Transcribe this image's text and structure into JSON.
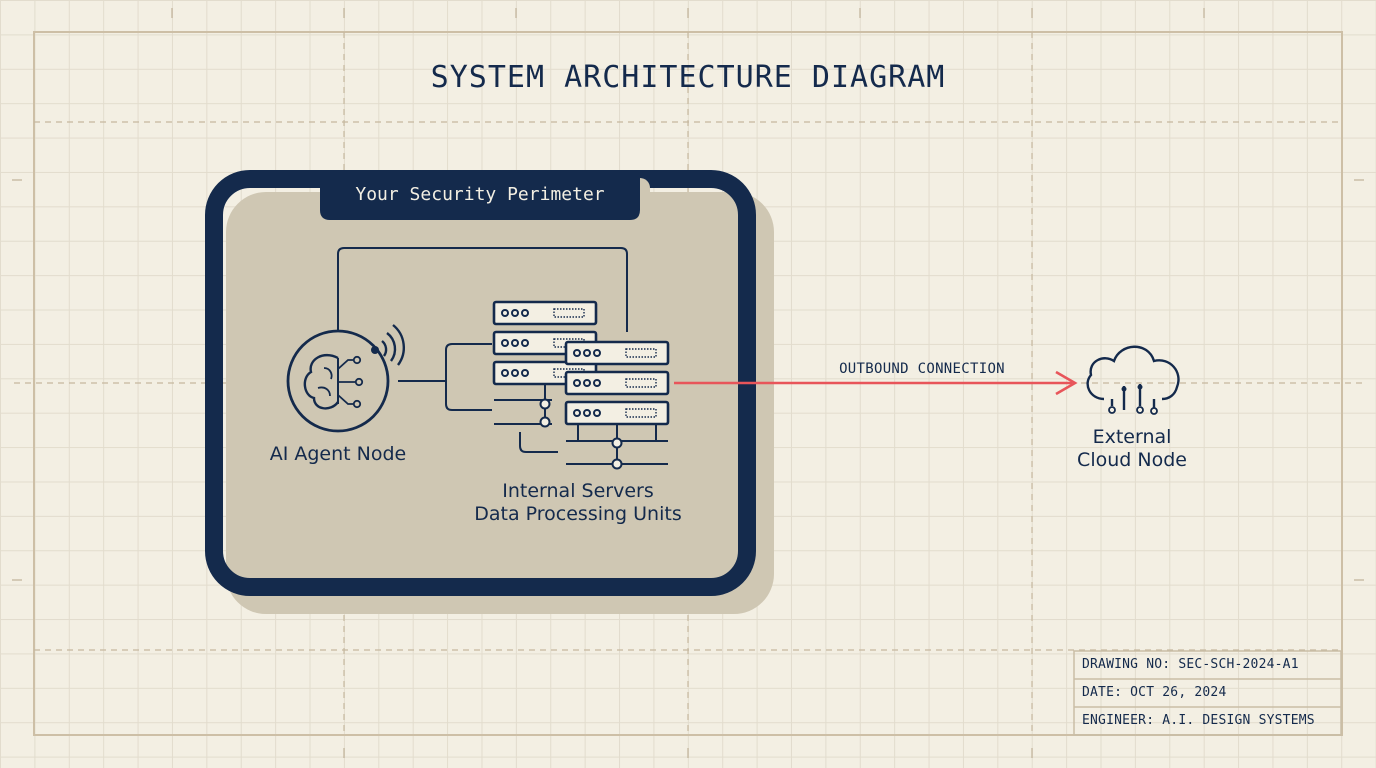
{
  "title": "SYSTEM ARCHITECTURE DIAGRAM",
  "perimeter": {
    "label": "Your Security Perimeter"
  },
  "nodes": {
    "ai_agent": {
      "label": "AI Agent Node",
      "icon": "brain-circuit-icon"
    },
    "servers": {
      "line1": "Internal Servers",
      "line2": "Data Processing Units",
      "icon": "server-rack-icon"
    },
    "cloud": {
      "line1": "External",
      "line2": "Cloud Node",
      "icon": "cloud-icon"
    }
  },
  "connection": {
    "label": "OUTBOUND CONNECTION",
    "color": "#e8555a"
  },
  "title_block": {
    "drawing_no": "DRAWING NO: SEC-SCH-2024-A1",
    "date": "DATE: OCT 26, 2024",
    "engineer": "ENGINEER: A.I. DESIGN SYSTEMS"
  },
  "colors": {
    "navy": "#142a4c",
    "paper": "#f3efe3",
    "shadow": "#cfc7b3",
    "grid": "#e2dccd",
    "frame": "#cdbfa6"
  }
}
